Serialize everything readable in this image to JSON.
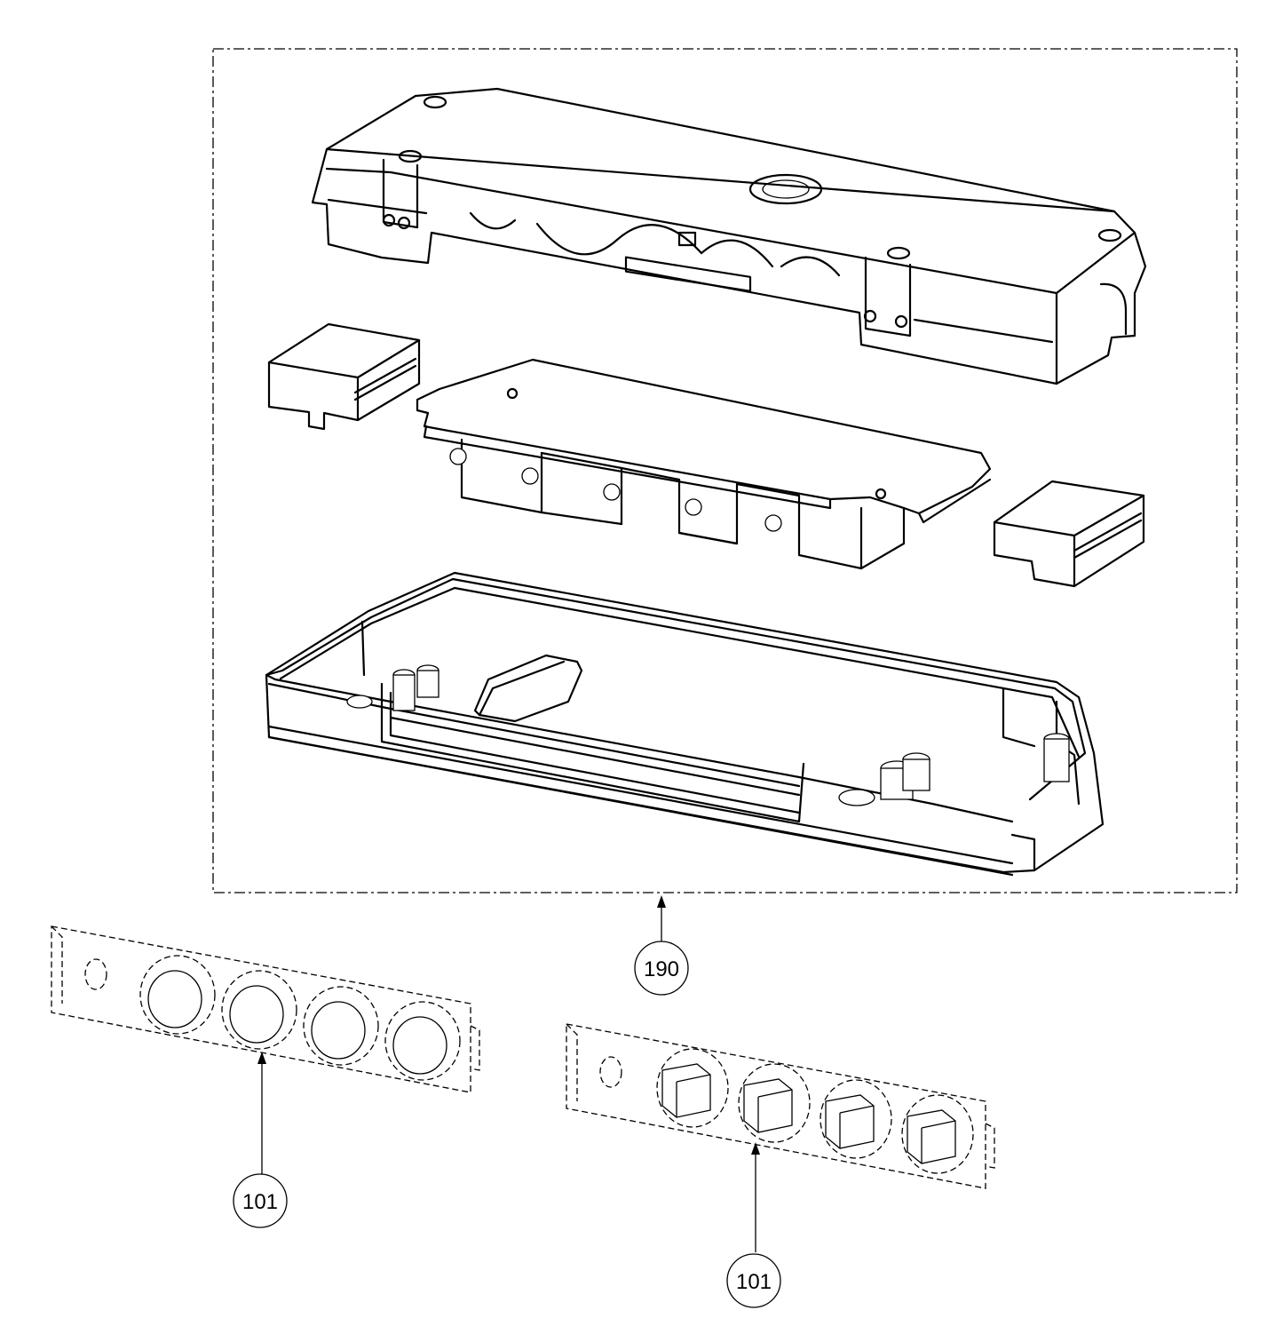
{
  "callouts": [
    {
      "id": "control-assembly",
      "label": "190"
    },
    {
      "id": "button-panel-round",
      "label": "101"
    },
    {
      "id": "button-panel-square",
      "label": "101"
    }
  ],
  "colors": {
    "line": "#000000",
    "background": "#ffffff"
  }
}
